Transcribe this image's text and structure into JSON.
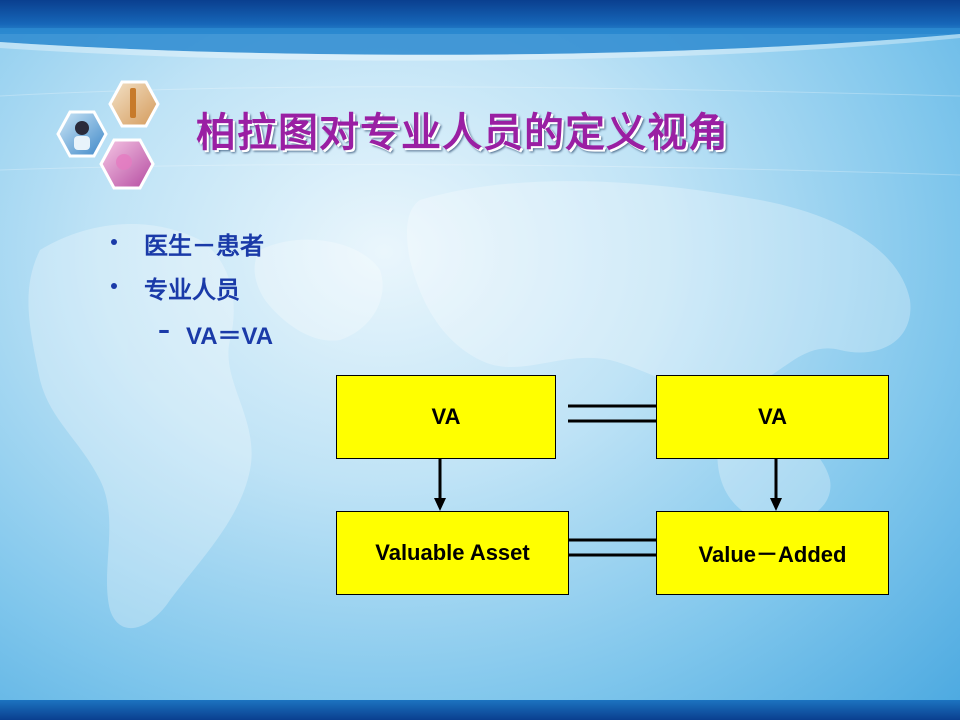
{
  "title": "柏拉图对专业人员的定义视角",
  "bullets": [
    {
      "text": "医生－患者"
    },
    {
      "text": "专业人员"
    }
  ],
  "sub_bullet": {
    "dash": "–",
    "text": "VA＝VA"
  },
  "diagram": {
    "top_left": "VA",
    "top_right": "VA",
    "bottom_left": "Valuable Asset",
    "bottom_right": "Value－Added"
  },
  "icons": [
    "hexagon-photo-cluster-icon"
  ],
  "colors": {
    "title": "#9a1fa3",
    "bullet_text": "#1a3aa8",
    "box_fill": "#ffff00",
    "top_bar": "#0a3f8f"
  }
}
